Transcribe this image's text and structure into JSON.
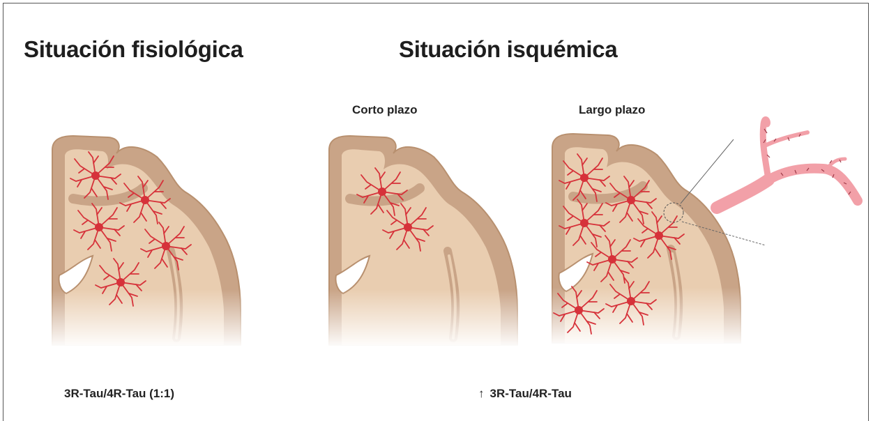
{
  "titles": {
    "physiological": "Situación fisiológica",
    "ischemic": "Situación isquémica"
  },
  "subtitles": {
    "short_term": "Corto plazo",
    "long_term": "Largo plazo"
  },
  "ratios": {
    "physiological": "3R-Tau/4R-Tau (1:1)",
    "ischemic": "3R-Tau/4R-Tau",
    "ischemic_arrow": "↑"
  },
  "colors": {
    "cortex": "#c9a487",
    "white_matter": "#e9cdb0",
    "cell": "#d6323a",
    "vessel": "#f2a0a8"
  },
  "icons": [
    "astrocyte-icon",
    "blood-vessel-icon",
    "up-arrow-icon"
  ]
}
